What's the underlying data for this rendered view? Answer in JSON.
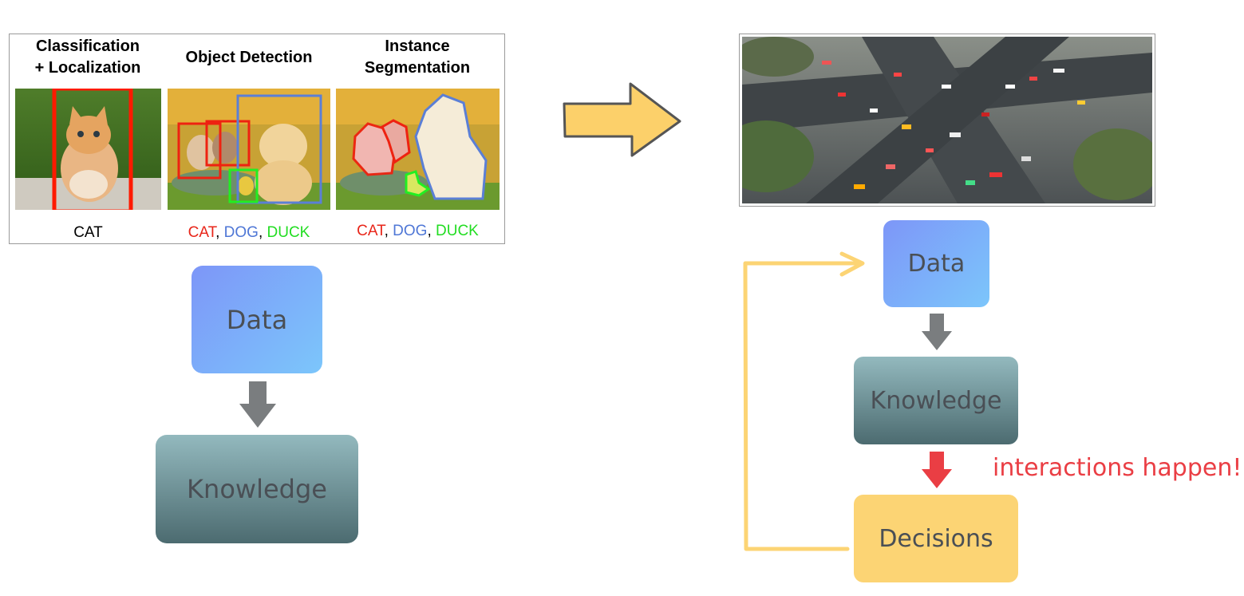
{
  "left_figure": {
    "columns": [
      {
        "title": "Classification\n+ Localization",
        "caption": [
          {
            "text": "CAT",
            "color": "#000000"
          }
        ]
      },
      {
        "title": "Object Detection",
        "caption": [
          {
            "text": "CAT",
            "color": "#e8261a"
          },
          {
            "text": ", ",
            "color": "#000000"
          },
          {
            "text": "DOG",
            "color": "#4f77d6"
          },
          {
            "text": ", ",
            "color": "#000000"
          },
          {
            "text": "DUCK",
            "color": "#22dd22"
          }
        ]
      },
      {
        "title": "Instance\nSegmentation",
        "caption": [
          {
            "text": "CAT",
            "color": "#e8261a"
          },
          {
            "text": ", ",
            "color": "#000000"
          },
          {
            "text": "DOG",
            "color": "#4f77d6"
          },
          {
            "text": ", ",
            "color": "#000000"
          },
          {
            "text": "DUCK",
            "color": "#22dd22"
          }
        ]
      }
    ]
  },
  "left_flow": {
    "data_label": "Data",
    "knowledge_label": "Knowledge"
  },
  "right_flow": {
    "data_label": "Data",
    "knowledge_label": "Knowledge",
    "decisions_label": "Decisions",
    "note": "interactions happen!"
  },
  "colors": {
    "data_box": "#7db0f9",
    "knowledge_box": "#6e9297",
    "decisions_box": "#fcd474",
    "gray_arrow": "#7a7d7f",
    "red_arrow": "#ea3e44",
    "loop_arrow": "#fcd474",
    "big_arrow": "#fcd06a"
  },
  "icons": [
    "cat-photo",
    "puppies-photo",
    "segmentation-photo",
    "intersection-photo",
    "right-arrow-icon",
    "down-arrow-icon",
    "loop-arrow-icon"
  ]
}
